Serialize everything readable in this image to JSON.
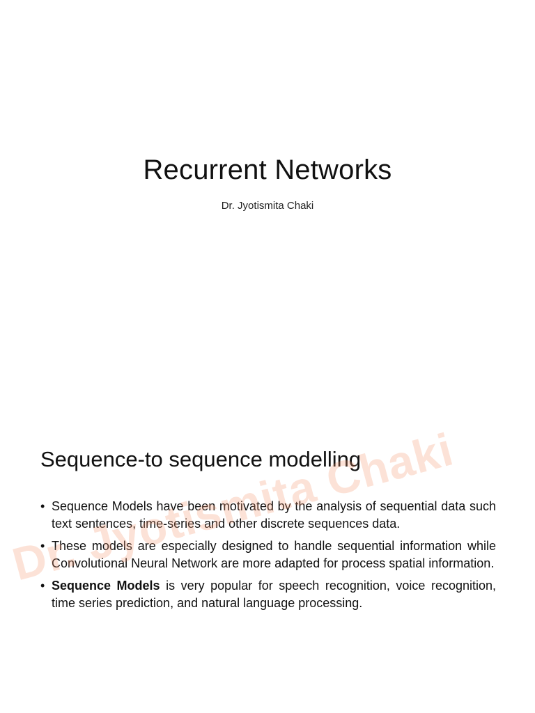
{
  "slide1": {
    "title": "Recurrent Networks",
    "author": "Dr. Jyotismita Chaki"
  },
  "slide2": {
    "title": "Sequence-to sequence modelling",
    "bullets": [
      {
        "text": "Sequence Models have been motivated by the analysis of sequential data such text sentences, time-series and other discrete sequences data."
      },
      {
        "text": "These models are especially designed to handle sequential information while Convolutional Neural Network are more adapted for process spatial information."
      },
      {
        "bold": "Sequence Models",
        "text": " is very popular for speech recognition, voice recognition, time series prediction, and natural language processing."
      }
    ]
  },
  "watermark": {
    "text": "Dr. Jyotismita Chaki",
    "color": "#f4966e"
  },
  "bullet_glyph": "•"
}
